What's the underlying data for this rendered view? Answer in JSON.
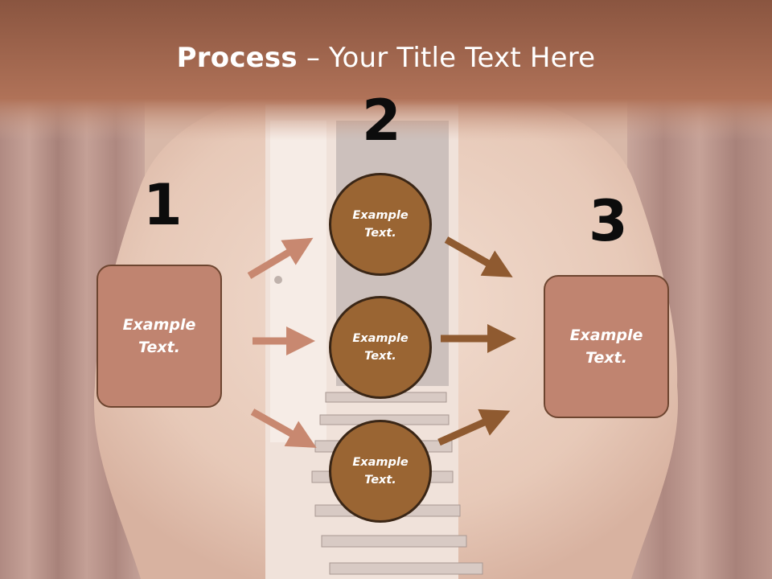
{
  "slide": {
    "title_bold": "Process",
    "title_dash": " – ",
    "title_rest": "Your Title Text Here"
  },
  "steps": [
    {
      "number": "1",
      "label": "Example\nText."
    },
    {
      "number": "2",
      "labels": [
        "Example\nText.",
        "Example\nText.",
        "Example\nText."
      ]
    },
    {
      "number": "3",
      "label": "Example\nText."
    }
  ],
  "colors": {
    "header_band": "#a86a50",
    "box_fill": "#c08470",
    "box_border": "#6d4530",
    "circle_fill": "#9a6533",
    "circle_border": "#3a2616",
    "arrow_light": "#c88870",
    "arrow_dark": "#8f5a30",
    "number_color": "#0c0c0c"
  }
}
